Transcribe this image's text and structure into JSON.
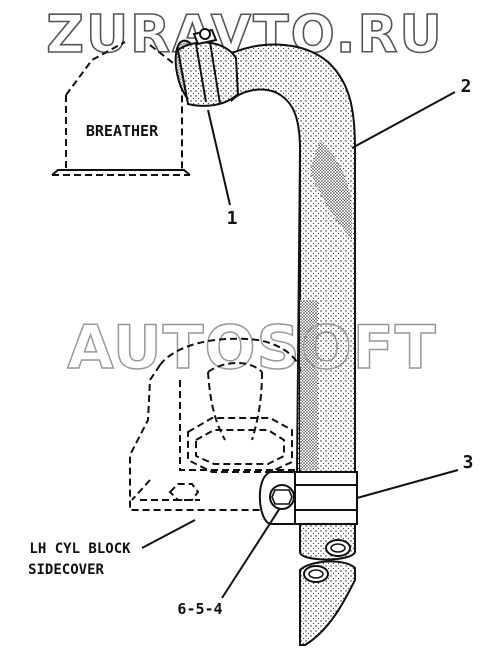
{
  "watermarks": {
    "top": "ZURAVTO.RU",
    "middle": "AUTOSOFT"
  },
  "labels": {
    "breather": "BREATHER",
    "callout_1": "1",
    "callout_2": "2",
    "callout_3": "3",
    "sidecover_line1": "LH CYL BLOCK",
    "sidecover_line2": "SIDECOVER",
    "ref_code": "6-5-4"
  }
}
